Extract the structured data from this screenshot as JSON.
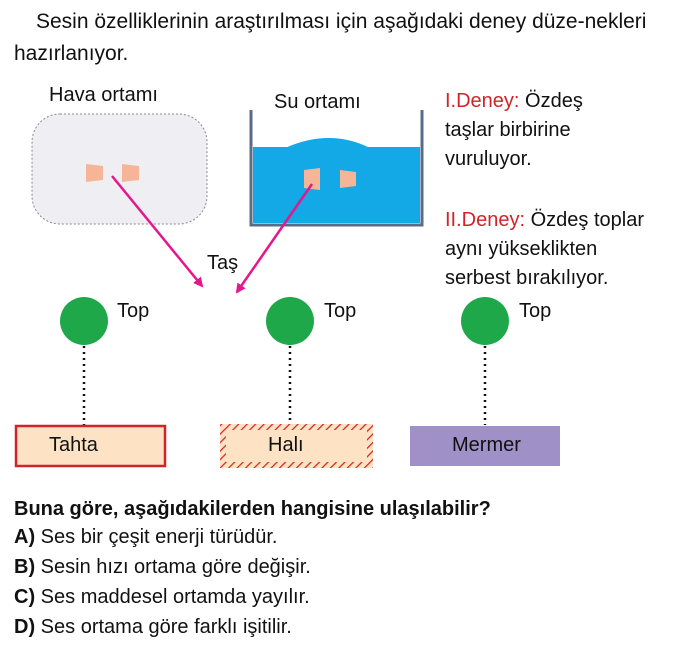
{
  "intro": "Sesin özelliklerinin araştırılması için aşağıdaki deney düze-nekleri hazırlanıyor.",
  "setups": {
    "air_label": "Hava ortamı",
    "water_label": "Su ortamı",
    "stone_label": "Taş"
  },
  "experiments": [
    {
      "num": "I.Deney:",
      "text_line1": "Özdeş",
      "text_line2": "taşlar birbirine",
      "text_line3": "vuruluyor."
    },
    {
      "num": "II.Deney:",
      "text_line1": "Özdeş toplar",
      "text_line2": "aynı yükseklikten",
      "text_line3": "serbest bırakılıyor."
    }
  ],
  "balls": [
    {
      "label": "Top",
      "surface": "Tahta",
      "surface_color": "#fde3c4",
      "border_color": "#d2232a"
    },
    {
      "label": "Top",
      "surface": "Halı",
      "surface_color": "#fde3c4",
      "border_color": "#d2232a"
    },
    {
      "label": "Top",
      "surface": "Mermer",
      "surface_color": "#9f90c8",
      "border_color": "#9f90c8"
    }
  ],
  "colors": {
    "ball": "#1fa84a",
    "water": "#13a8e6",
    "arrow": "#e6168c",
    "stone": "#f6b597"
  },
  "question": "Buna göre, aşağıdakilerden hangisine ulaşılabilir?",
  "options": [
    {
      "key": "A)",
      "text": "Ses bir çeşit enerji türüdür."
    },
    {
      "key": "B)",
      "text": "Sesin hızı ortama göre değişir."
    },
    {
      "key": "C)",
      "text": "Ses maddesel ortamda yayılır."
    },
    {
      "key": "D)",
      "text": "Ses ortama göre farklı işitilir."
    }
  ]
}
